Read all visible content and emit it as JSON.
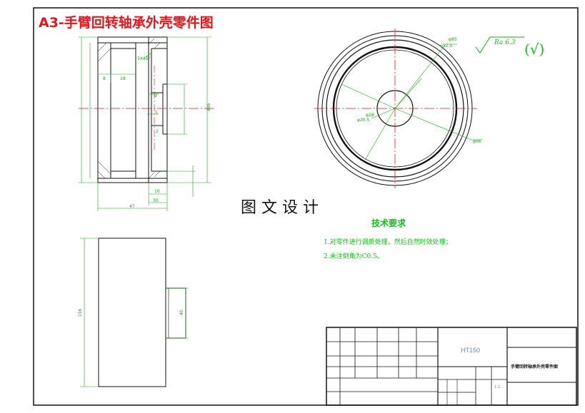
{
  "title": "A3-手臂回转轴承外壳零件图",
  "design_label": "图 文 设 计",
  "roughness": {
    "value": "Ra 6.3",
    "mark": "(√)"
  },
  "technical_requirements": {
    "heading": "技术要求",
    "items": [
      "1.对零件进行调质处理，然后自然时效处理；",
      "2.未注倒角为C0.5。"
    ]
  },
  "title_block": {
    "material": "HT150",
    "part_name": "手臂回转轴承外壳零件图",
    "scale": "1:1"
  },
  "dimensions": {
    "section": [
      "47",
      "30",
      "10",
      "18",
      "8",
      "9",
      "5",
      "2",
      "5X45°",
      "496"
    ],
    "circle": [
      "φ85",
      "φ52.5",
      "φ28",
      "φ20.5",
      "φ66"
    ],
    "side": [
      "156",
      "40"
    ]
  },
  "colors": {
    "border": "#111111",
    "title": "#e8141c",
    "dimension": "#18a818",
    "centerline": "#e8141c",
    "outline": "#111111",
    "requirements": "#12c016"
  }
}
